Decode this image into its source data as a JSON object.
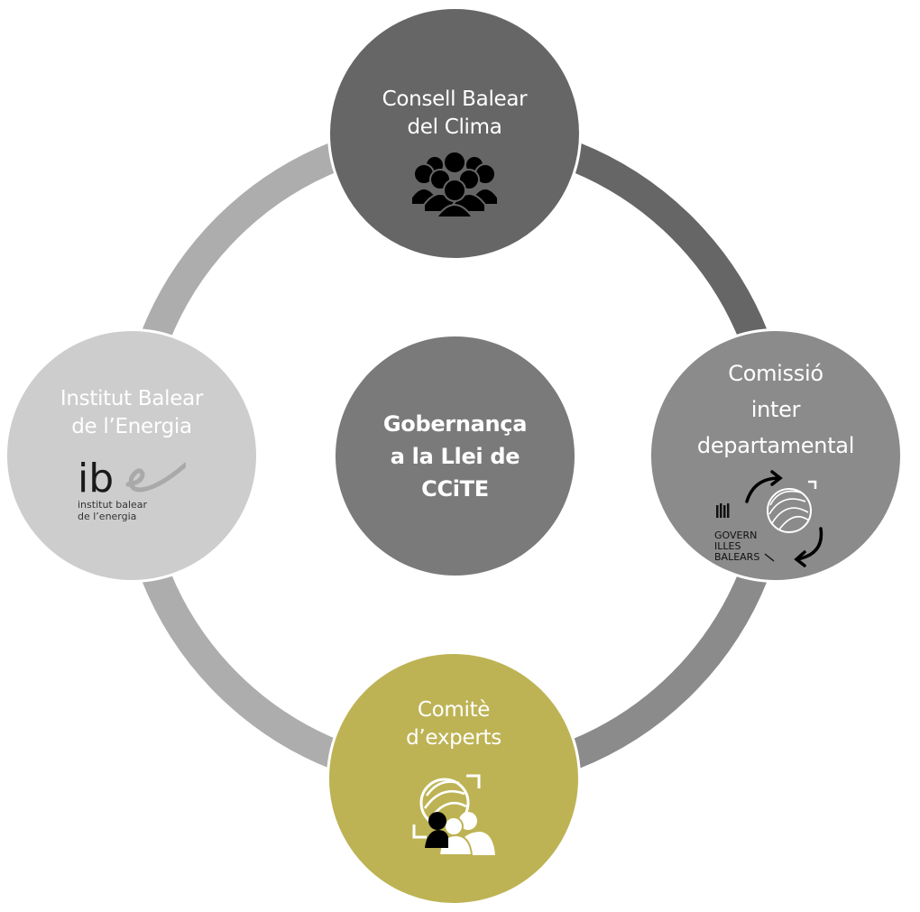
{
  "diagram": {
    "title": "Gobernança a la Llei de CCiTE",
    "center": {
      "label": "Gobernança\na la Llei de\nCCiTE",
      "color": "#7a7a7a"
    },
    "nodes": [
      {
        "id": "top",
        "label": "Consell Balear\ndel Clima",
        "icon": "people-group-icon",
        "color": "#666666"
      },
      {
        "id": "right",
        "label": "Comissió\ninter\ndepartamental",
        "icon": "govern-illes-balears-cycle-icon",
        "logo_text": [
          "GOVERN",
          "ILLES",
          "BALEARS"
        ],
        "color": "#8b8b8b"
      },
      {
        "id": "bottom",
        "label": "Comitè\nd’experts",
        "icon": "globe-experts-icon",
        "color": "#bdb354"
      },
      {
        "id": "left",
        "label": "Institut Balear\nde l’Energia",
        "icon": "ibe-logo-icon",
        "logo_mark": "ib",
        "logo_caption": "institut balear\nde l’energia",
        "color": "#cdcdcd"
      }
    ],
    "ring_arcs": [
      {
        "from": "top",
        "to": "right",
        "color": "#666666"
      },
      {
        "from": "right",
        "to": "bottom",
        "color": "#8b8b8b"
      },
      {
        "from": "bottom",
        "to": "left",
        "color": "#adadad"
      },
      {
        "from": "left",
        "to": "top",
        "color": "#adadad"
      }
    ]
  }
}
